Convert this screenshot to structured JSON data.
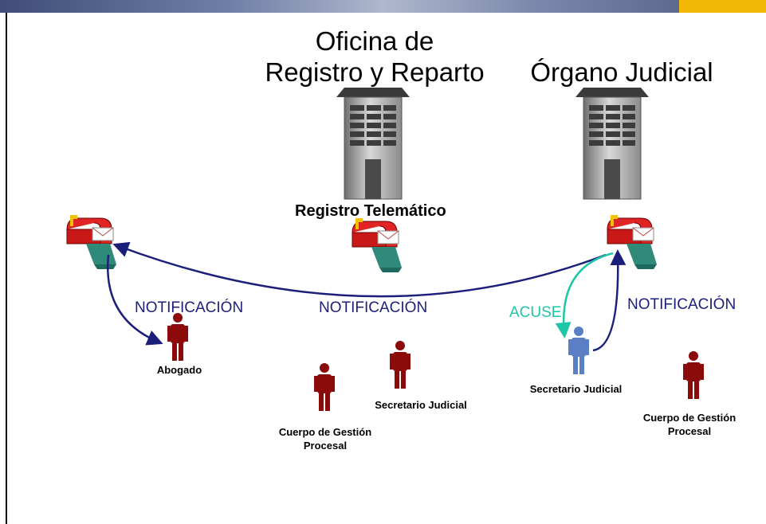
{
  "header": {
    "logo_text": "",
    "colors": {
      "bar": "#5b6a93",
      "logo": "#f2b705"
    }
  },
  "titles": {
    "office_line1": "Oficina de",
    "office_line2": "Registro y Reparto",
    "court": "Órgano Judicial"
  },
  "registry_label": "Registro Telemático",
  "flow_labels": {
    "left": "NOTIFICACIÓN",
    "center": "NOTIFICACIÓN",
    "right": "NOTIFICACIÓN",
    "ack": "ACUSE"
  },
  "people": {
    "lawyer": "Abogado",
    "secretary_center": "Secretario Judicial",
    "management_center": [
      "Cuerpo de Gestión",
      "Procesal"
    ],
    "secretary_right": "Secretario Judicial",
    "management_right": [
      "Cuerpo de Gestión",
      "Procesal"
    ]
  },
  "colors": {
    "arrow_blue": "#1c1f7a",
    "arrow_teal": "#1ec6a8",
    "person_red": "#8b0a0a",
    "person_blue": "#5a7fc4",
    "building": "#9a9a9a"
  }
}
